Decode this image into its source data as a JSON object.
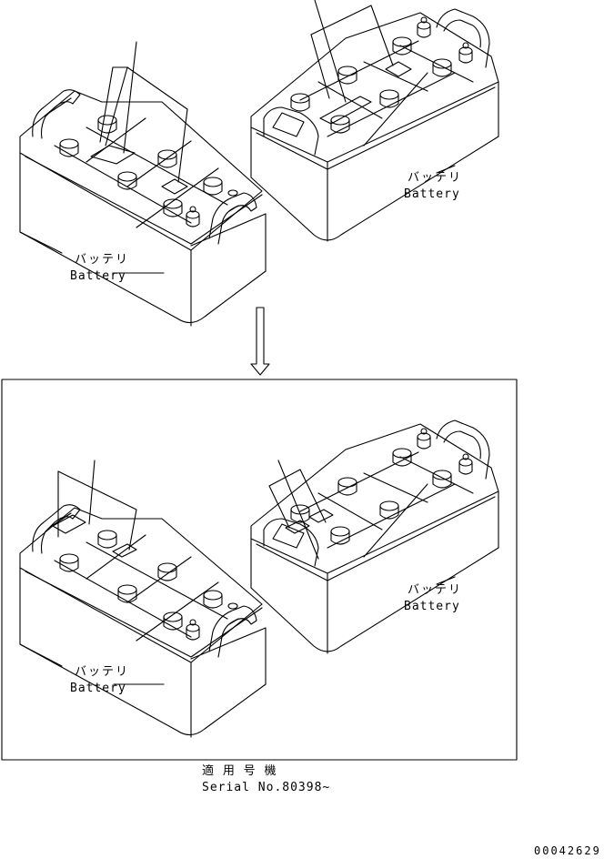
{
  "labels": {
    "battery_jp": "バッテリ",
    "battery_en": "Battery"
  },
  "serial": {
    "jp": "適 用 号 機",
    "text": "Serial No.80398~"
  },
  "drawing_number": "00042629"
}
